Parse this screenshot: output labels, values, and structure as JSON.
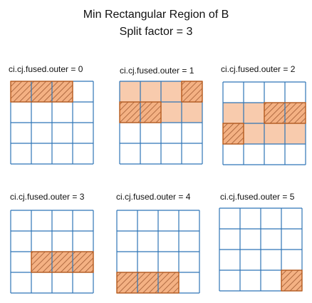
{
  "title_line1": "Min Rectangular Region of B",
  "title_line2": "Split factor = 3",
  "panels": [
    {
      "label": "ci.cj.fused.outer = 0",
      "highlight": [],
      "hatched": [
        [
          0,
          0
        ],
        [
          0,
          1
        ],
        [
          0,
          2
        ]
      ]
    },
    {
      "label": "ci.cj.fused.outer = 1",
      "highlight": [
        [
          0,
          0
        ],
        [
          0,
          1
        ],
        [
          0,
          2
        ],
        [
          0,
          3
        ],
        [
          1,
          0
        ],
        [
          1,
          1
        ],
        [
          1,
          2
        ],
        [
          1,
          3
        ]
      ],
      "hatched": [
        [
          0,
          3
        ],
        [
          1,
          0
        ],
        [
          1,
          1
        ]
      ]
    },
    {
      "label": "ci.cj.fused.outer = 2",
      "highlight": [
        [
          1,
          0
        ],
        [
          1,
          1
        ],
        [
          1,
          2
        ],
        [
          1,
          3
        ],
        [
          2,
          0
        ],
        [
          2,
          1
        ],
        [
          2,
          2
        ],
        [
          2,
          3
        ]
      ],
      "hatched": [
        [
          1,
          2
        ],
        [
          1,
          3
        ],
        [
          2,
          0
        ]
      ]
    },
    {
      "label": "ci.cj.fused.outer = 3",
      "highlight": [],
      "hatched": [
        [
          2,
          1
        ],
        [
          2,
          2
        ],
        [
          2,
          3
        ]
      ]
    },
    {
      "label": "ci.cj.fused.outer = 4",
      "highlight": [],
      "hatched": [
        [
          3,
          0
        ],
        [
          3,
          1
        ],
        [
          3,
          2
        ]
      ]
    },
    {
      "label": "ci.cj.fused.outer = 5",
      "highlight": [],
      "hatched": [
        [
          3,
          3
        ]
      ]
    }
  ],
  "colors": {
    "grid": "#2e75b6",
    "highlight_fill": "#f8cbad",
    "hatch_fill": "#f4b183",
    "hatch_line": "#a05a32",
    "hatch_border": "#c55a11"
  }
}
